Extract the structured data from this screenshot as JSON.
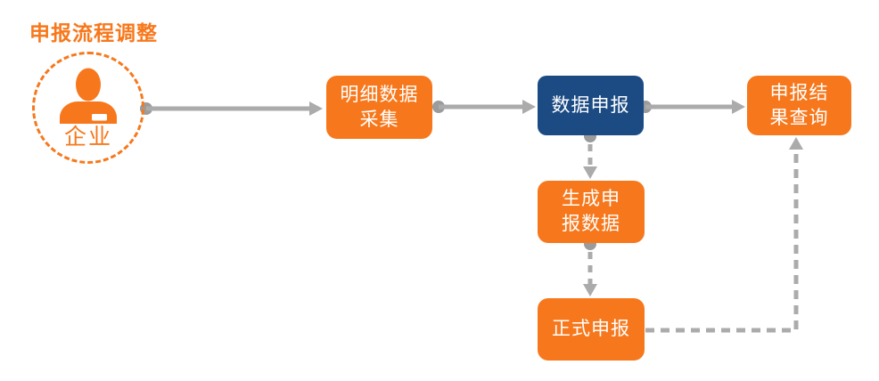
{
  "title": "申报流程调整",
  "colors": {
    "orange": "#f7781c",
    "blue": "#1c4b84",
    "connector_gray": "#ababab",
    "dot_gray": "#9b9b9b",
    "node_text": "#ffffff"
  },
  "icons": {
    "enterprise_avatar": "person-icon"
  },
  "nodes": {
    "enterprise": {
      "label": "企业"
    },
    "collect": {
      "label": "明细数据\n采集"
    },
    "declare": {
      "label": "数据申报"
    },
    "result": {
      "label": "申报结\n果查询"
    },
    "generate": {
      "label": "生成申\n报数据"
    },
    "formal": {
      "label": "正式申报"
    }
  },
  "connectors": [
    {
      "from": "enterprise",
      "to": "collect",
      "style": "solid"
    },
    {
      "from": "collect",
      "to": "declare",
      "style": "solid"
    },
    {
      "from": "declare",
      "to": "result",
      "style": "solid"
    },
    {
      "from": "declare",
      "to": "generate",
      "style": "dashed"
    },
    {
      "from": "generate",
      "to": "formal",
      "style": "dashed"
    },
    {
      "from": "formal",
      "to": "result",
      "style": "dashed"
    }
  ]
}
